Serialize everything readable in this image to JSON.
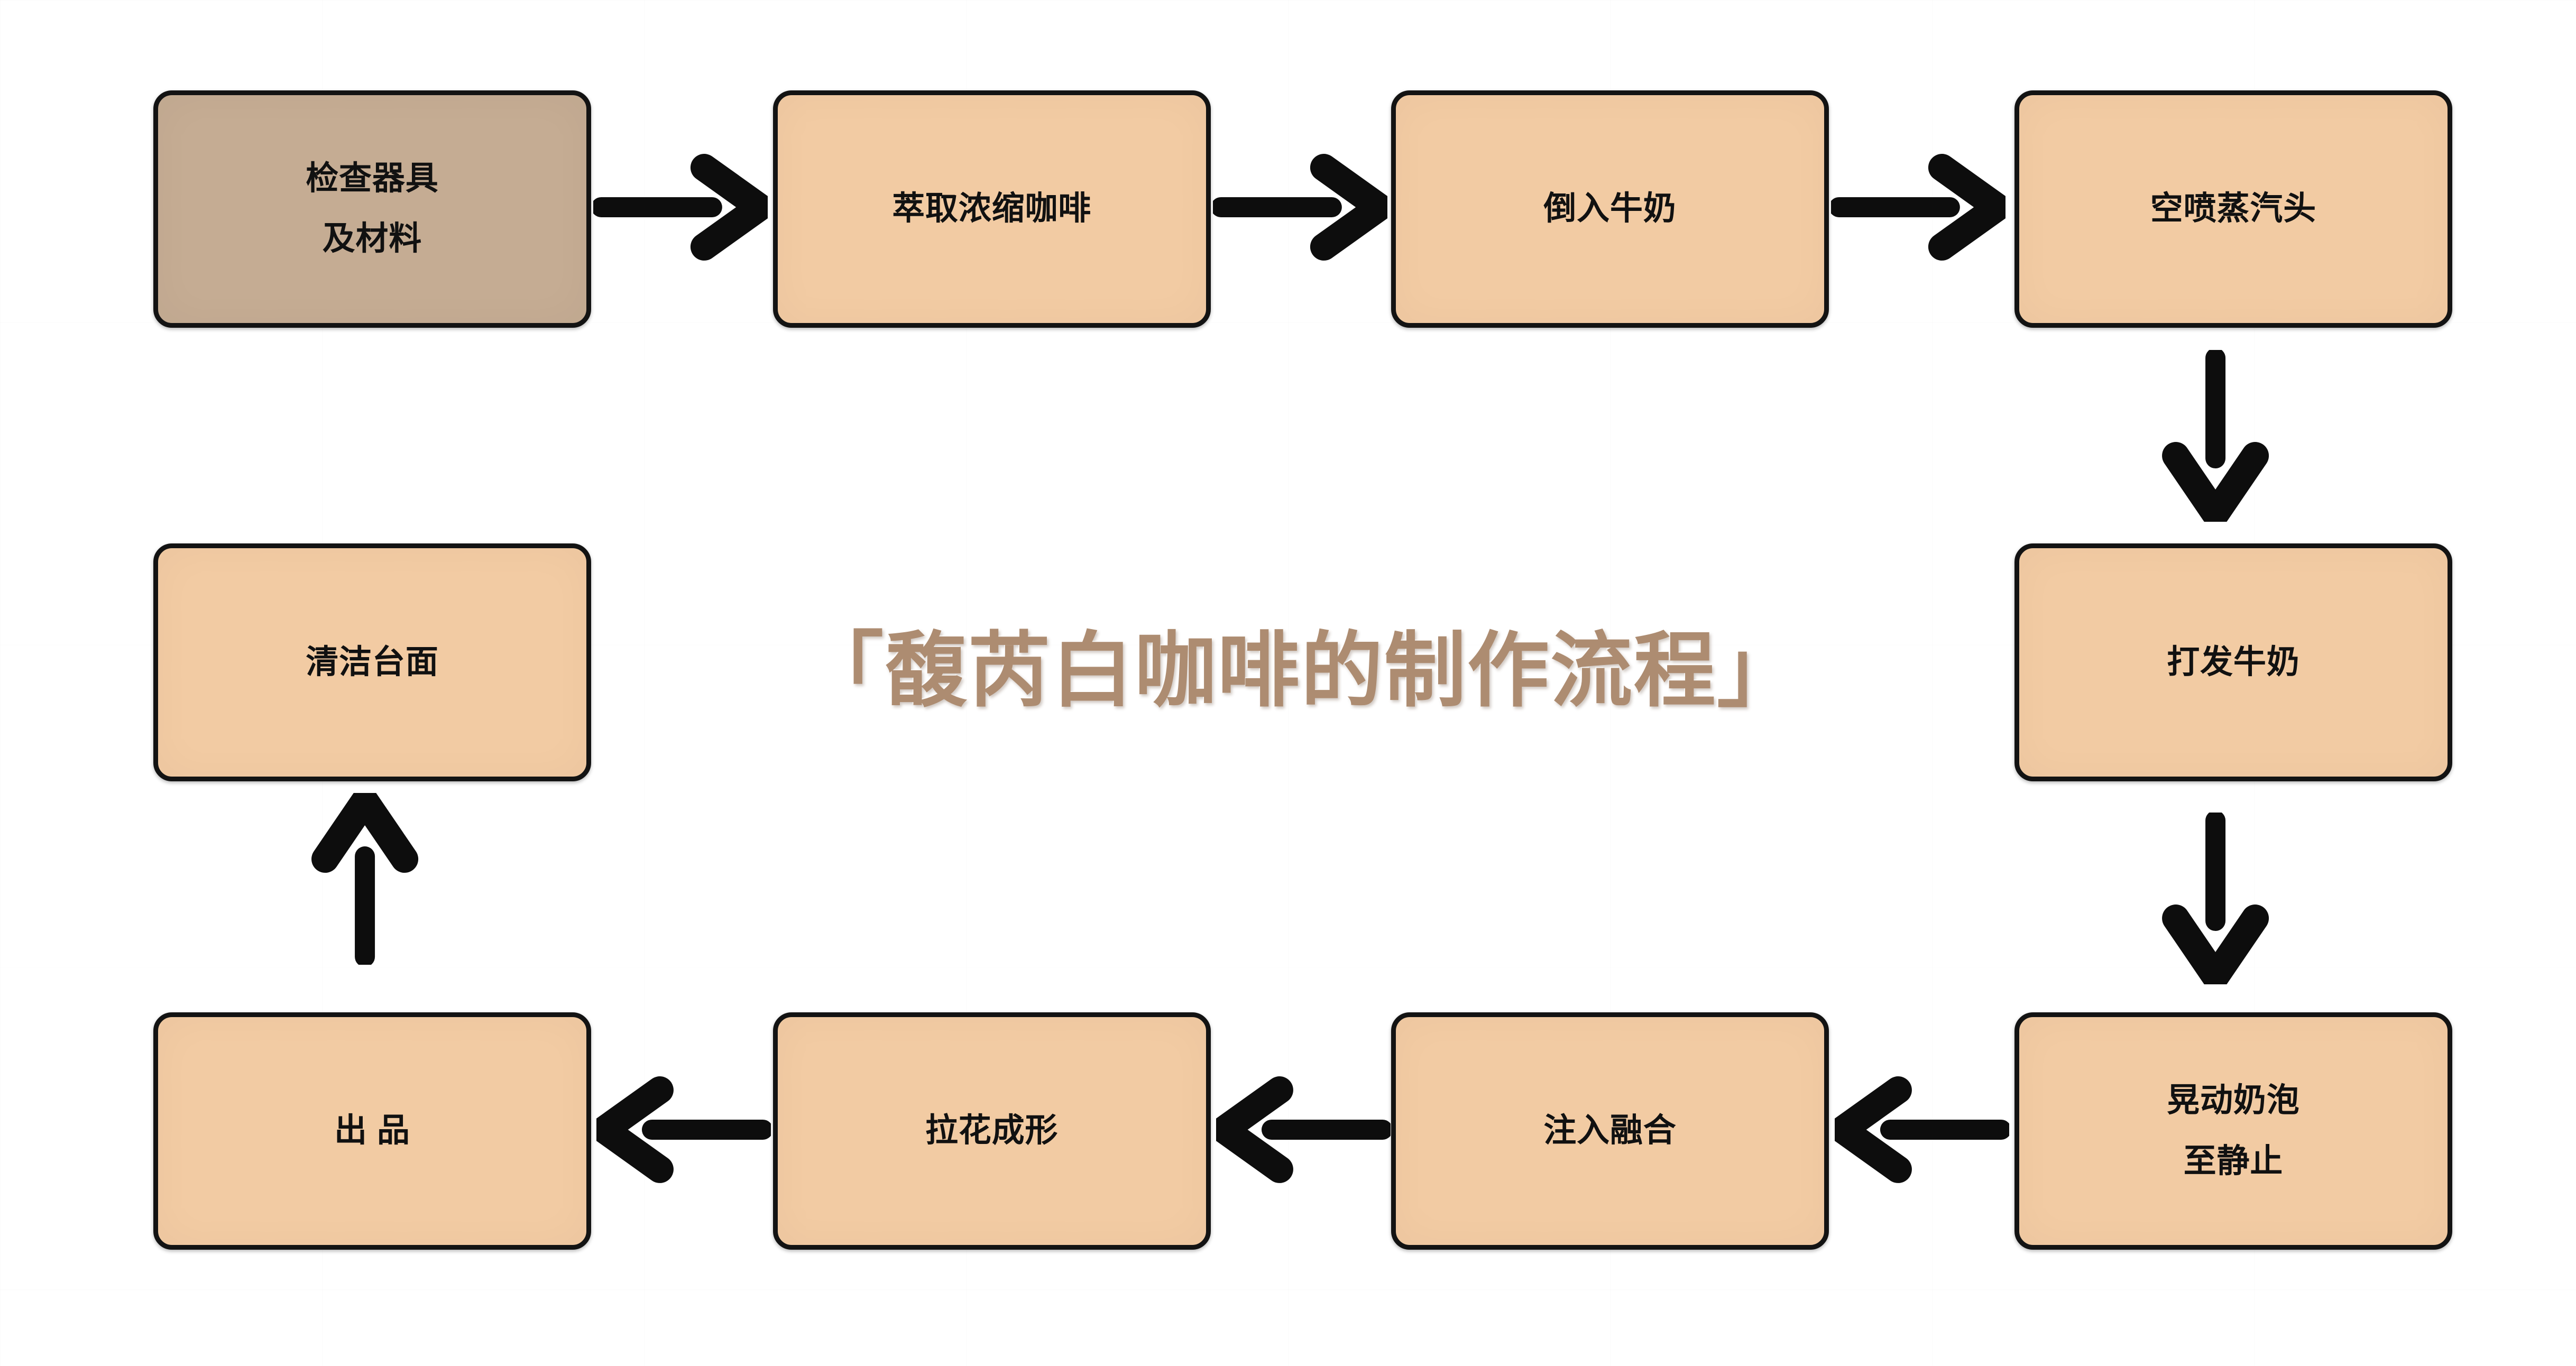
{
  "title": {
    "text": "「馥芮白咖啡的制作流程」"
  },
  "palette": {
    "background": "#ffffff",
    "node_fill": "#f2cba3",
    "start_node_fill": "#c5ac93",
    "node_border": "#131313",
    "node_text": "#111111",
    "arrow_color": "#0d0d0d",
    "title_color": "#ad8c71"
  },
  "nodes": [
    {
      "id": "check-tools",
      "lines": [
        "检查器具",
        "及材料"
      ],
      "style": "start"
    },
    {
      "id": "extract-espresso",
      "lines": [
        "萃取浓缩咖啡"
      ]
    },
    {
      "id": "pour-milk",
      "lines": [
        "倒入牛奶"
      ]
    },
    {
      "id": "purge-steam-wand",
      "lines": [
        "空喷蒸汽头"
      ]
    },
    {
      "id": "froth-milk",
      "lines": [
        "打发牛奶"
      ]
    },
    {
      "id": "swirl-foam",
      "lines": [
        "晃动奶泡",
        "至静止"
      ]
    },
    {
      "id": "pour-blend",
      "lines": [
        "注入融合"
      ]
    },
    {
      "id": "latte-art",
      "lines": [
        "拉花成形"
      ]
    },
    {
      "id": "serve",
      "lines": [
        "出 品"
      ]
    },
    {
      "id": "clean-counter",
      "lines": [
        "清洁台面"
      ]
    }
  ],
  "edges": [
    {
      "from": "check-tools",
      "to": "extract-espresso",
      "direction": "right"
    },
    {
      "from": "extract-espresso",
      "to": "pour-milk",
      "direction": "right"
    },
    {
      "from": "pour-milk",
      "to": "purge-steam-wand",
      "direction": "right"
    },
    {
      "from": "purge-steam-wand",
      "to": "froth-milk",
      "direction": "down"
    },
    {
      "from": "froth-milk",
      "to": "swirl-foam",
      "direction": "down"
    },
    {
      "from": "swirl-foam",
      "to": "pour-blend",
      "direction": "left"
    },
    {
      "from": "pour-blend",
      "to": "latte-art",
      "direction": "left"
    },
    {
      "from": "latte-art",
      "to": "serve",
      "direction": "left"
    },
    {
      "from": "serve",
      "to": "clean-counter",
      "direction": "up"
    }
  ]
}
